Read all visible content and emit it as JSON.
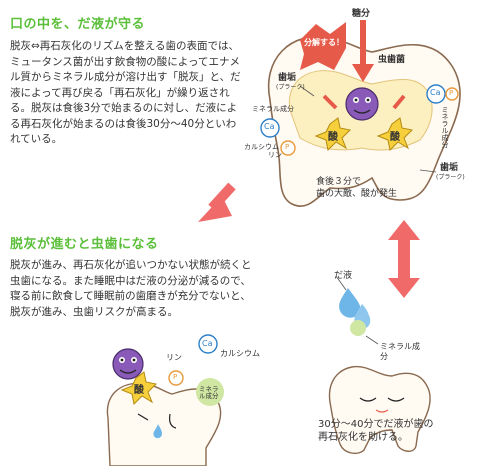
{
  "section1": {
    "heading": "口の中を、だ液が守る",
    "body": "脱灰⇔再石灰化のリズムを整える歯の表面では、ミュータンス菌が出す飲食物の酸によってエナメル質からミネラル成分が溶け出す「脱灰」と、だ液によって再び戻る「再石灰化」が繰り返される。脱灰は食後3分で始まるのに対し、だ液による再石灰化が始まるのは食後30分～40分といわれている。"
  },
  "section2": {
    "heading": "脱灰が進むと虫歯になる",
    "body": "脱灰が進み、再石灰化が追いつかない状態が続くと虫歯になる。また睡眠中はだ液の分泌が減るので、寝る前に飲食して睡眠前の歯磨きが充分でないと、脱灰が進み、虫歯リスクが高まる。"
  },
  "illustration_top": {
    "sugar_label": "糖分",
    "decompose_label": "分解する！",
    "bacteria_label": "虫歯菌",
    "plaque_label": "歯垢",
    "plaque_sub": "(プラーク)",
    "plaque_label_2": "歯垢",
    "plaque_sub_2": "(プラーク)",
    "mineral_label": "ミネラル成分",
    "mineral_label_left": "ミネラル成分",
    "calcium_label": "カルシウム",
    "phosphorus_label": "リン",
    "ca_symbol": "Ca",
    "p_symbol": "P",
    "acid_label": "酸",
    "caption": "食後３分で\n歯の大敵、酸が発生"
  },
  "illustration_bottom_left": {
    "phosphorus_label": "リン",
    "calcium_label": "カルシウム",
    "ca_symbol": "Ca",
    "p_symbol": "P",
    "acid_label": "酸",
    "mineral_label": "ミネラル成分"
  },
  "illustration_bottom_right": {
    "saliva_label": "だ液",
    "mineral_label": "ミネラル成分",
    "caption": "30分～40分でだ液が歯の\n再石灰化を助ける。"
  },
  "colors": {
    "heading_green": "#5bbf3a",
    "arrow_red": "#f06a6a",
    "tooth_outline": "#8a6a50",
    "plaque_yellow": "#fdf0c0",
    "acid_yellow": "#f6cf3c",
    "bacteria_purple": "#8a5ab8",
    "ca_blue": "#2d7fc8",
    "p_orange": "#e79a3c",
    "saliva_blue": "#6fb6e8",
    "mineral_green": "#cfe7a2"
  }
}
